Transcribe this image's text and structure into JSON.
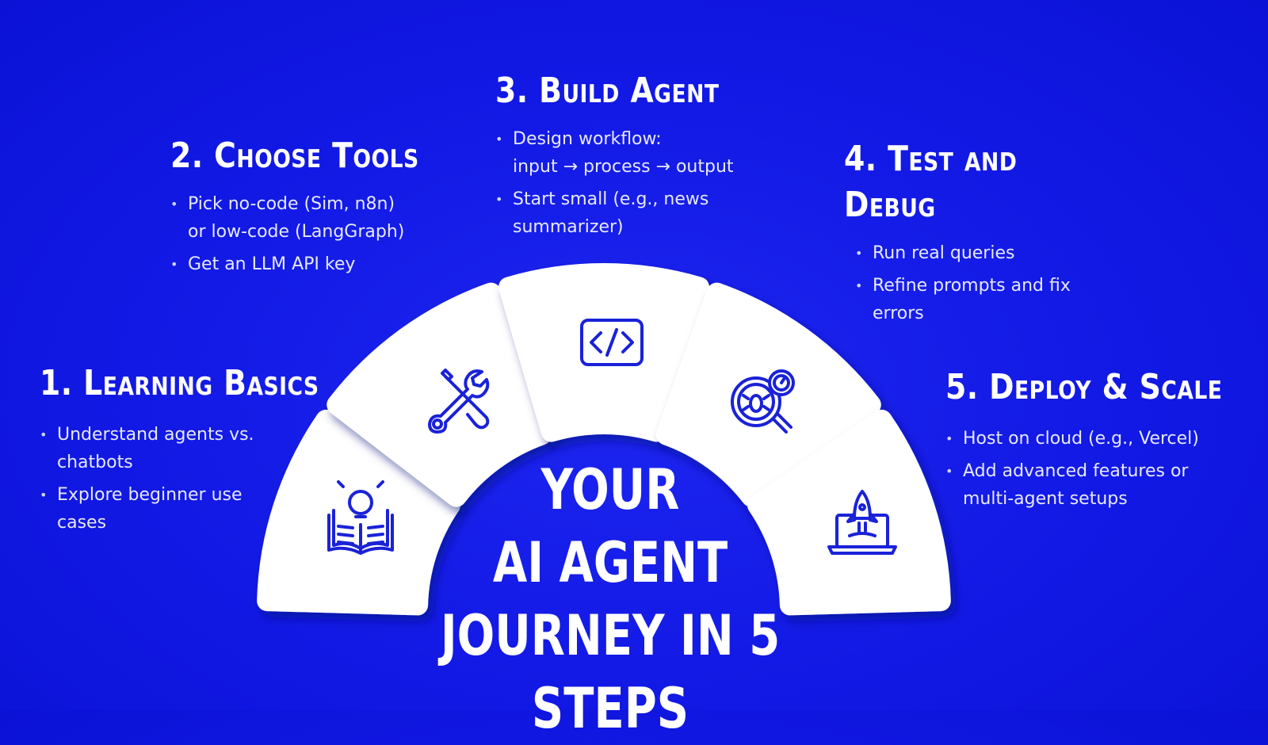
{
  "center_title": "YOUR\nAI AGENT\nJOURNEY IN 5 STEPS",
  "colors": {
    "background": "#1219e4",
    "card": "#ffffff",
    "icon": "#1a22d8"
  },
  "steps": [
    {
      "title": "1. Learning Basics",
      "icon": "lightbulb-book-icon",
      "bullets": [
        "Understand agents vs.\nchatbots",
        "Explore beginner use\ncases"
      ]
    },
    {
      "title": "2. Choose Tools",
      "icon": "wrench-screwdriver-icon",
      "bullets": [
        "Pick no-code (Sim, n8n)\nor low-code (LangGraph)",
        "Get an LLM API key"
      ]
    },
    {
      "title": "3. Build Agent",
      "icon": "code-icon",
      "bullets": [
        "Design workflow:\ninput → process → output",
        "Start small (e.g., news\nsummarizer)"
      ]
    },
    {
      "title": "4. Test and Debug",
      "icon": "bug-magnifier-icon",
      "bullets": [
        "Run real queries",
        "Refine prompts and fix\nerrors"
      ]
    },
    {
      "title": "5. Deploy & Scale",
      "icon": "rocket-laptop-icon",
      "bullets": [
        "Host on cloud (e.g., Vercel)",
        "Add advanced features or\nmulti-agent setups"
      ]
    }
  ]
}
